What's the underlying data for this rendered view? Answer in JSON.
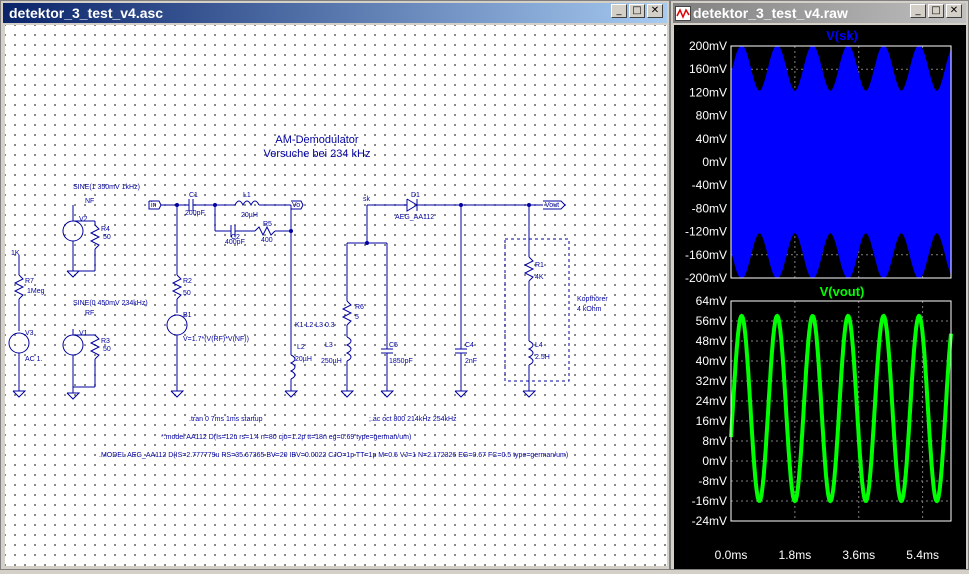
{
  "schematic_window": {
    "title": "detektor_3_test_v4.asc",
    "buttons": {
      "minimize": "_",
      "maximize": "□",
      "close": "✕"
    }
  },
  "waveform_window": {
    "title": "detektor_3_test_v4.raw",
    "buttons": {
      "minimize": "_",
      "maximize": "□",
      "close": "✕"
    }
  },
  "schematic": {
    "heading_line1": "AM-Demodulator",
    "heading_line2": "Versuche bei 234 kHz",
    "sources": {
      "nf_def": "SINE(1 350mV 1kHz)",
      "nf_label": "NF",
      "v2": "V2",
      "r4": "R4",
      "r4_val": "50",
      "rf_def": "SINE(0 450mV 234kHz)",
      "rf_label": "RF",
      "v1": "V1",
      "r3": "R3",
      "r3_val": "50"
    },
    "left_branch": {
      "k_label": "1K",
      "r7": "R7",
      "r7_val": "1Meg",
      "v3": "V3",
      "v3_val": "AC 1."
    },
    "net_in": "in",
    "net_vo": "Vo",
    "net_sk": "sk",
    "net_out": "Vout",
    "parts": {
      "c1": "C1",
      "c1_val": "200pF",
      "l1": "L1",
      "l1_val": "20µH",
      "c2": "C2",
      "c2_val": "400pF",
      "r5": "R5",
      "r5_val": "400",
      "r2": "R2",
      "r2_val": "50",
      "b1": "B1",
      "b1_expr": "V=1.7*(V(RF)*V(NF))",
      "k_stmt": "K1 L2 L3 0.3",
      "l2": "L2",
      "l2_val": "20µH",
      "r6": "R6",
      "r6_val": "5",
      "l3": "L3",
      "l3_val": "250µH",
      "c5": "C5",
      "c5_val": "1850pF",
      "d1": "D1",
      "d1_model": "AEG_AA112",
      "c4": "C4",
      "c4_val": "2nF",
      "r1": "R1",
      "r1_val": "4K",
      "l4": "L4",
      "l4_val": "2.5H",
      "headphone_line1": "Kopfhörer",
      "headphone_line2": "4 kOhm"
    },
    "directives": {
      "tran": ".tran 0 7ms 1ms startup",
      "noise": ";.ac oct 800 214kHz 254kHz",
      "model1": "*.model AA112 D(Is=12u rs=1.4 n=80 cjo=1.2p tt=18n eg=0.69 type=german/um)",
      "model2": ".MODEL AEG_AA112 D(IS=2.777779u RS=35.67365 BV=20 IBV=0.0022 CJO=1p TT=1p M=0.5 VJ=1 N=2.172326 EG=0.67 FC=0.5 type=german/um)"
    }
  },
  "plots": {
    "colors": {
      "sk": "#0000ff",
      "vout": "#00ff00",
      "axis_text": "#ffffff",
      "grid": "#808080"
    },
    "x_tick_labels": [
      "0.0ms",
      "1.8ms",
      "3.6ms",
      "5.4ms"
    ]
  },
  "chart_data": [
    {
      "type": "line",
      "title": "V(sk)",
      "y_unit": "mV",
      "ylim": [
        -200,
        200
      ],
      "y_ticks": [
        200,
        160,
        120,
        80,
        40,
        0,
        -40,
        -80,
        -120,
        -160,
        -200
      ],
      "y_tick_labels": [
        "200mV",
        "160mV",
        "120mV",
        "80mV",
        "40mV",
        "0mV",
        "-40mV",
        "-80mV",
        "-120mV",
        "-160mV",
        "-200mV"
      ],
      "xlim_ms": [
        0,
        6.2
      ],
      "x_ticks_ms": [
        0,
        1.8,
        3.6,
        5.4
      ],
      "grid": true,
      "envelope": {
        "min_amplitude_mV": 122,
        "max_amplitude_mV": 200,
        "period_ms": 1.0,
        "peak_at_ms": 0.3
      },
      "carrier_note": "234kHz carrier, dense fill"
    },
    {
      "type": "line",
      "title": "V(vout)",
      "y_unit": "mV",
      "ylim": [
        -24,
        64
      ],
      "y_ticks": [
        64,
        56,
        48,
        40,
        32,
        24,
        16,
        8,
        0,
        -8,
        -16,
        -24
      ],
      "y_tick_labels": [
        "64mV",
        "56mV",
        "48mV",
        "40mV",
        "32mV",
        "24mV",
        "16mV",
        "8mV",
        "0mV",
        "-8mV",
        "-16mV",
        "-24mV"
      ],
      "xlim_ms": [
        0,
        6.2
      ],
      "x_ticks_ms": [
        0,
        1.8,
        3.6,
        5.4
      ],
      "grid": true,
      "signal": {
        "min_mV": -16,
        "max_mV": 58,
        "period_ms": 1.0,
        "peak_at_ms": 0.3
      }
    }
  ]
}
